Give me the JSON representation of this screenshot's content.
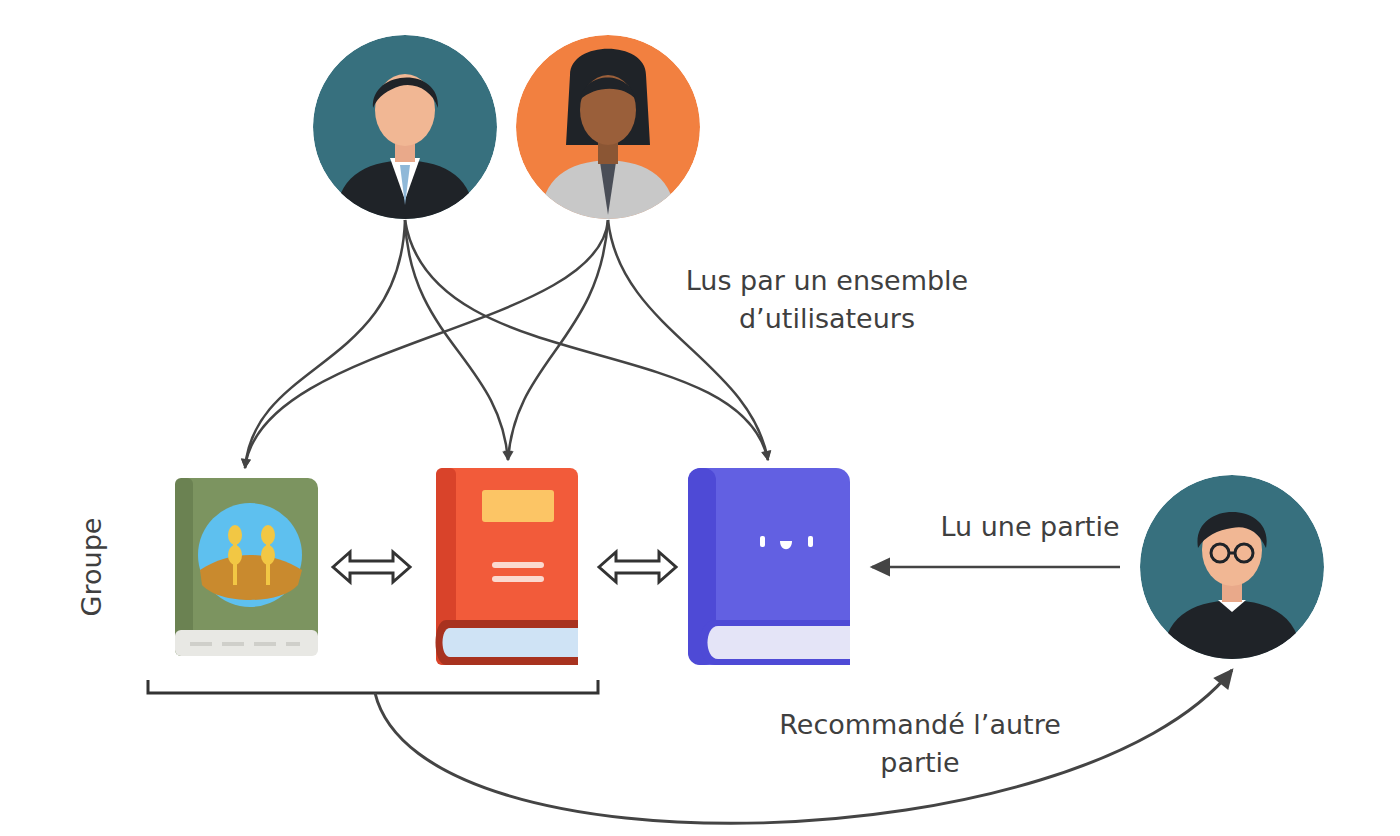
{
  "diagram": {
    "labels": [
      "Lus par un ensemble d’utilisateurs",
      "Groupe",
      "Lu une partie",
      "Recommandé l’autre partie"
    ]
  }
}
